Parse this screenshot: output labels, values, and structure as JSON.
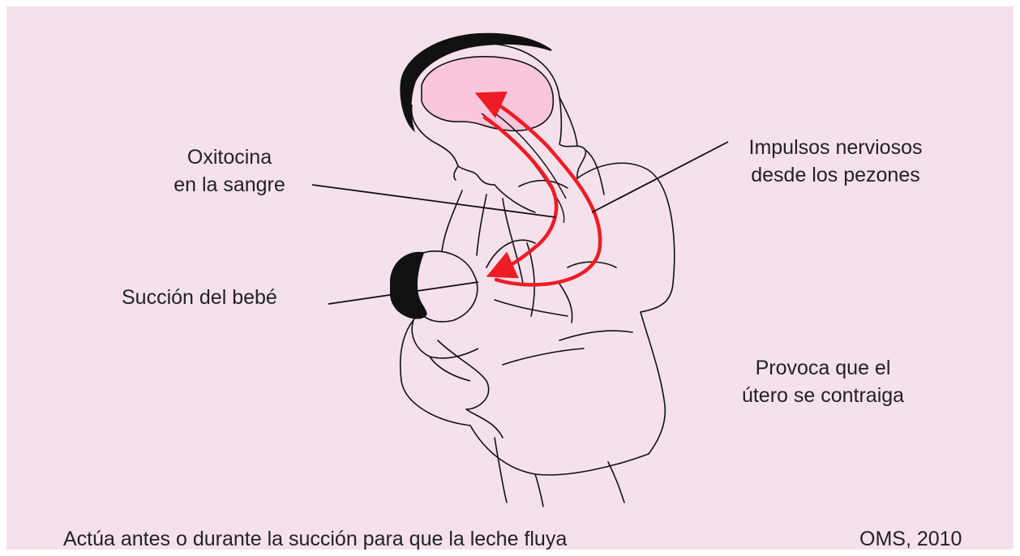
{
  "labels": {
    "oxitocina_line1": "Oxitocina",
    "oxitocina_line2": "en la sangre",
    "impulsos_line1": "Impulsos nerviosos",
    "impulsos_line2": "desde los pezones",
    "succion": "Succión del bebé",
    "provoca_line1": "Provoca que el",
    "provoca_line2": "útero se contraiga"
  },
  "caption": "Actúa antes o durante la succión para que la leche fluya",
  "source": "OMS, 2010",
  "colors": {
    "background": "#f5e1ec",
    "brain": "#f9c6dc",
    "arrow": "#ee1c25",
    "outline": "#111111"
  }
}
